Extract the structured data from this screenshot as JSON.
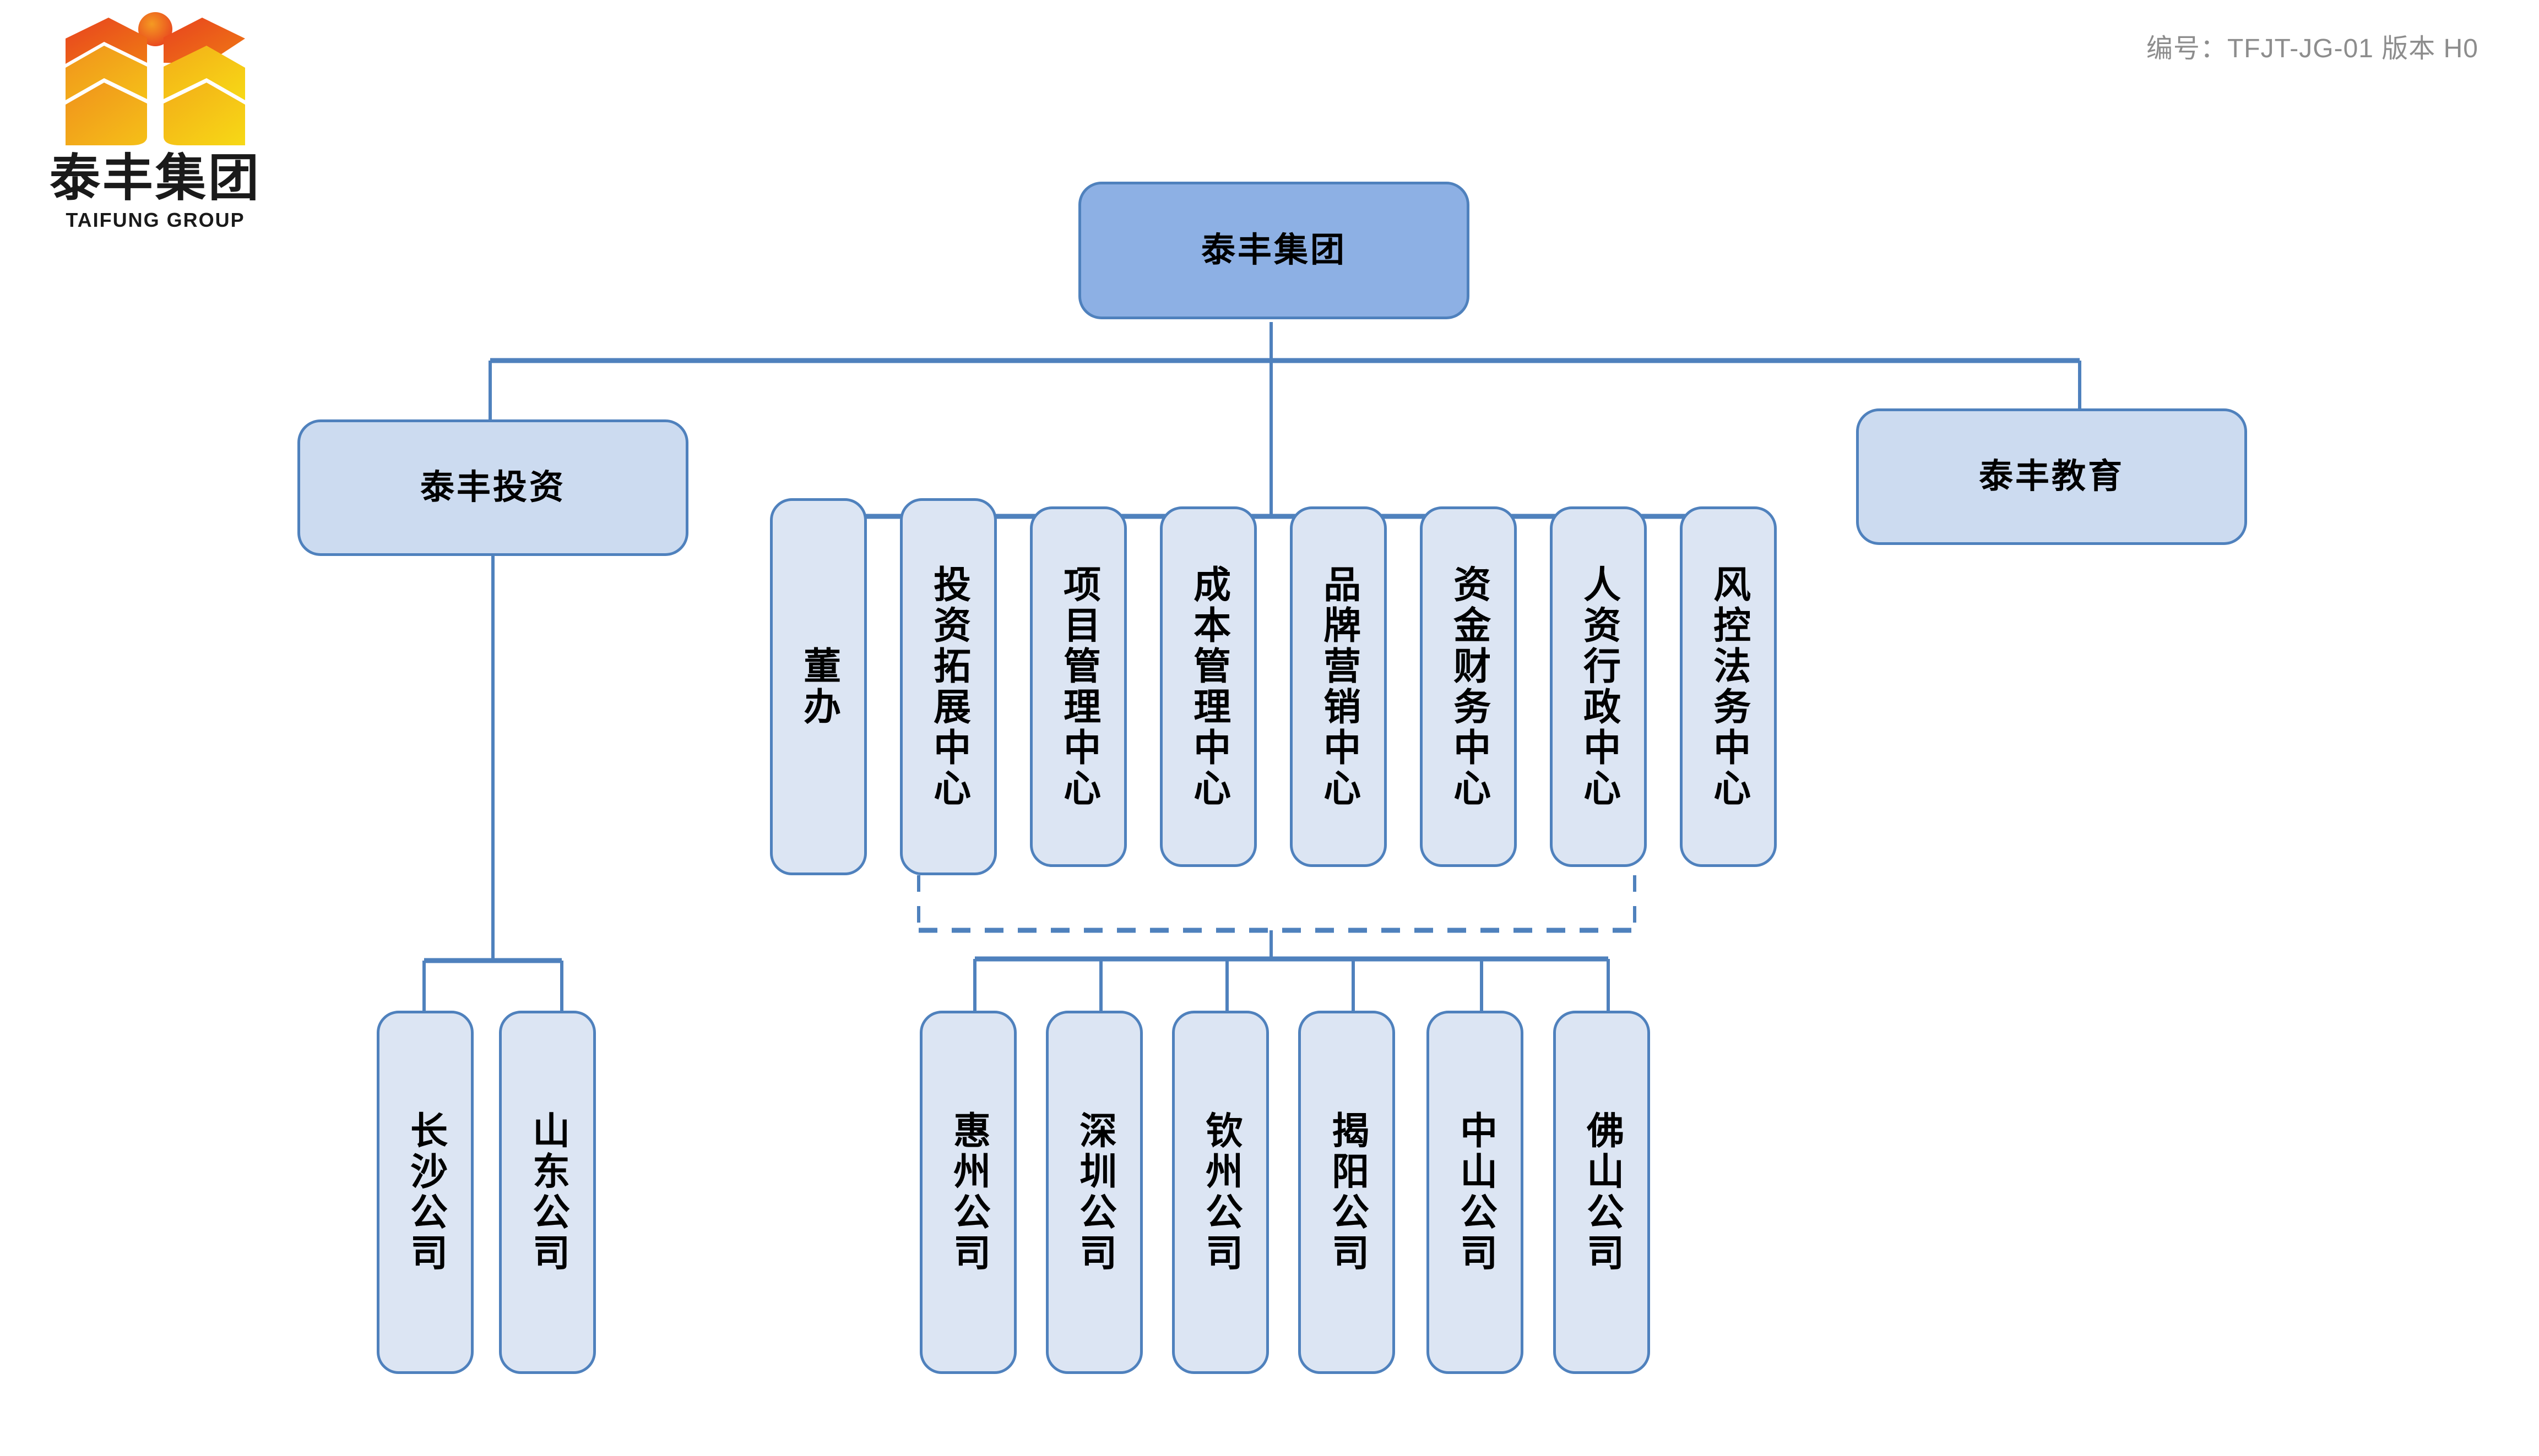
{
  "header": {
    "doc_code": "编号：TFJT-JG-01  版本 H0"
  },
  "logo": {
    "name_cn": "泰丰集团",
    "name_en": "TAIFUNG GROUP",
    "mark_icon": "wheat-sheaf-logo-icon",
    "colors": {
      "circle_top": "#ec6322",
      "chevron_red": "#e8421f",
      "chevron_orange": "#f08c1a",
      "chevron_yellow": "#f6cf1b"
    }
  },
  "chart_style": {
    "node_border": "#4f81bd",
    "node_fill": "#dce5f3",
    "node_fill_level2": "#ccdbf0",
    "node_fill_root": "#8db0e4",
    "connector": "#4f81bd"
  },
  "org": {
    "root": {
      "label": "泰丰集团"
    },
    "level2": [
      {
        "label": "泰丰投资"
      },
      {
        "label": "泰丰教育"
      }
    ],
    "departments": [
      {
        "label": "董办"
      },
      {
        "label": "投资拓展中心"
      },
      {
        "label": "项目管理中心"
      },
      {
        "label": "成本管理中心"
      },
      {
        "label": "品牌营销中心"
      },
      {
        "label": "资金财务中心"
      },
      {
        "label": "人资行政中心"
      },
      {
        "label": "风控法务中心"
      }
    ],
    "investment_companies": [
      {
        "label": "长沙公司"
      },
      {
        "label": "山东公司"
      }
    ],
    "project_companies": [
      {
        "label": "惠州公司"
      },
      {
        "label": "深圳公司"
      },
      {
        "label": "钦州公司"
      },
      {
        "label": "揭阳公司"
      },
      {
        "label": "中山公司"
      },
      {
        "label": "佛山公司"
      }
    ]
  }
}
